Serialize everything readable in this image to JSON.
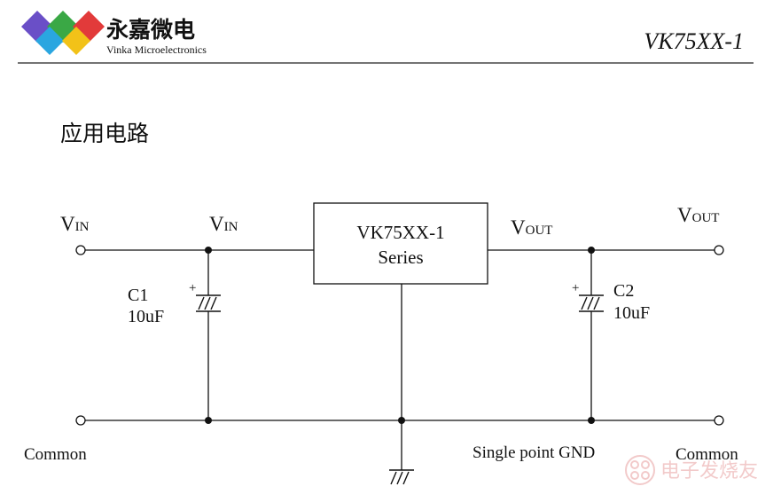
{
  "header": {
    "brand_cn": "永嘉微电",
    "brand_en": "Vinka Microelectronics",
    "doc_title": "VK75XX-1"
  },
  "section": {
    "title": "应用电路"
  },
  "circuit": {
    "ic_name": "VK75XX-1",
    "ic_series": "Series",
    "vin_left": {
      "main": "V",
      "sub": "IN"
    },
    "vin_mid": {
      "main": "V",
      "sub": "IN"
    },
    "vout_mid": {
      "main": "V",
      "sub": "OUT"
    },
    "vout_right": {
      "main": "V",
      "sub": "OUT"
    },
    "c1_name": "C1",
    "c1_value": "10uF",
    "c2_name": "C2",
    "c2_value": "10uF",
    "plus_sign": "+",
    "common_left": "Common",
    "common_right": "Common",
    "gnd_note": "Single point GND"
  },
  "watermark": {
    "text": "电子发烧友"
  },
  "colors": {
    "logo_purple": "#6a4fc7",
    "logo_green": "#3aa845",
    "logo_red": "#e23a3a",
    "logo_yellow": "#f2c218",
    "logo_blue": "#2aa6e0",
    "wire": "#111111",
    "watermark": "#e8a0a0"
  }
}
